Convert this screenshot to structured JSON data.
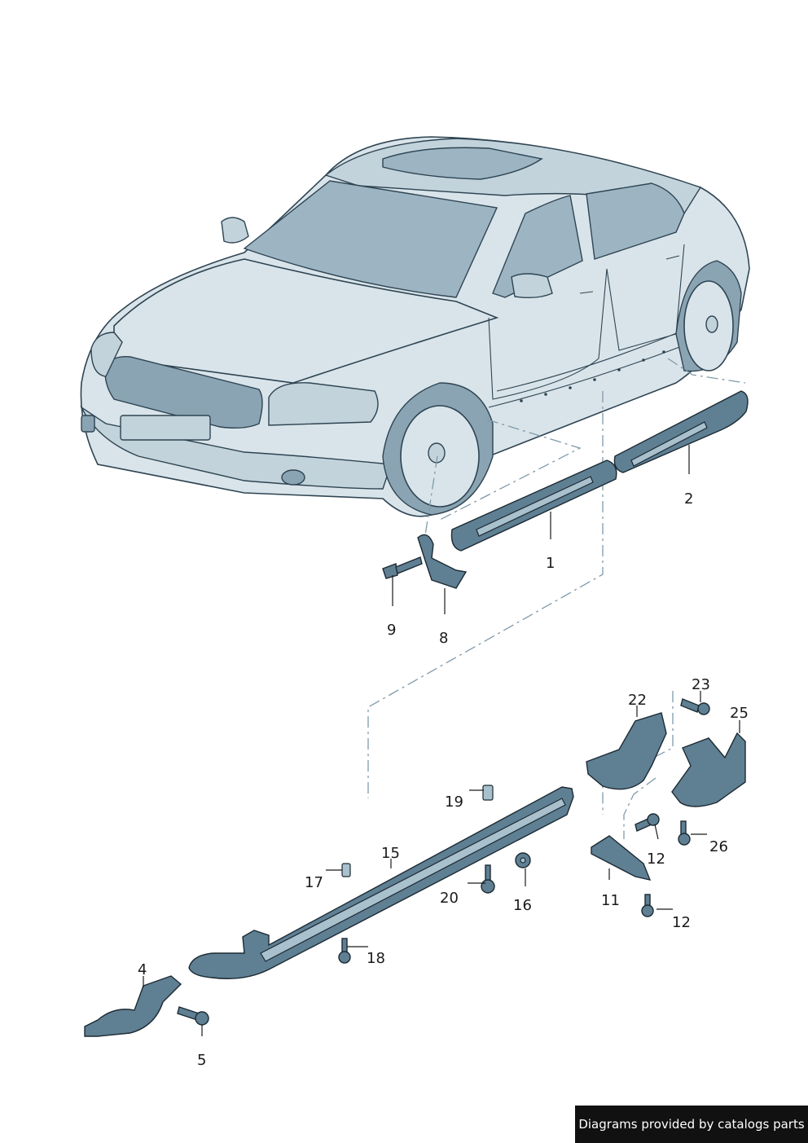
{
  "callouts": {
    "c1": "1",
    "c2": "2",
    "c4": "4",
    "c5": "5",
    "c8": "8",
    "c9": "9",
    "c11": "11",
    "c12a": "12",
    "c12b": "12",
    "c15": "15",
    "c16": "16",
    "c17": "17",
    "c18": "18",
    "c19": "19",
    "c20": "20",
    "c22": "22",
    "c23": "23",
    "c25": "25",
    "c26": "26"
  },
  "footer": {
    "text": "Diagrams provided by catalogs parts"
  },
  "colors": {
    "part": "#5f7f93",
    "car": "#d9e4ea",
    "glass": "#9db5c3",
    "dash": "#7f9aaa"
  }
}
